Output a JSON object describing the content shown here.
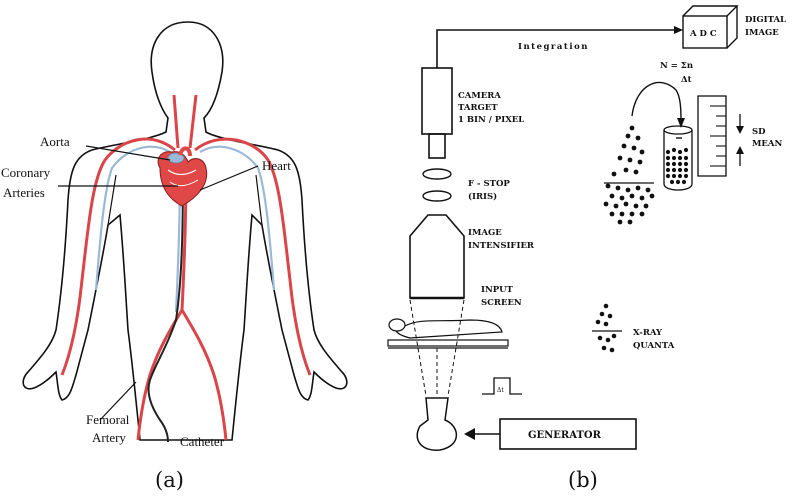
{
  "panel_a": {
    "labels": {
      "aorta": "Aorta",
      "coronary_1": "Coronary",
      "coronary_2": "Arteries",
      "heart": "Heart",
      "femoral_1": "Femoral",
      "femoral_2": "Artery",
      "catheter": "Catheter"
    },
    "caption": "(a)",
    "colors": {
      "artery": "#d9464a",
      "vein": "#9bb8d6",
      "heart": "#e04848",
      "outline": "#111111"
    }
  },
  "panel_b": {
    "adc": "A D C",
    "digital_1": "DIGITAL",
    "digital_2": "IMAGE",
    "integration": "Integration",
    "formula_1": "N = Σn",
    "formula_2": "Δt",
    "camera_1": "CAMERA",
    "camera_2": "TARGET",
    "camera_3": "1 BIN / PIXEL",
    "fstop_1": "F - STOP",
    "fstop_2": "(IRIS)",
    "intens_1": "IMAGE",
    "intens_2": "INTENSIFIER",
    "input_1": "INPUT",
    "input_2": "SCREEN",
    "sd": "SD",
    "mean": "MEAN",
    "xray_1": "X-RAY",
    "xray_2": "QUANTA",
    "pulse": "Δt",
    "generator": "GENERATOR",
    "caption": "(b)"
  }
}
